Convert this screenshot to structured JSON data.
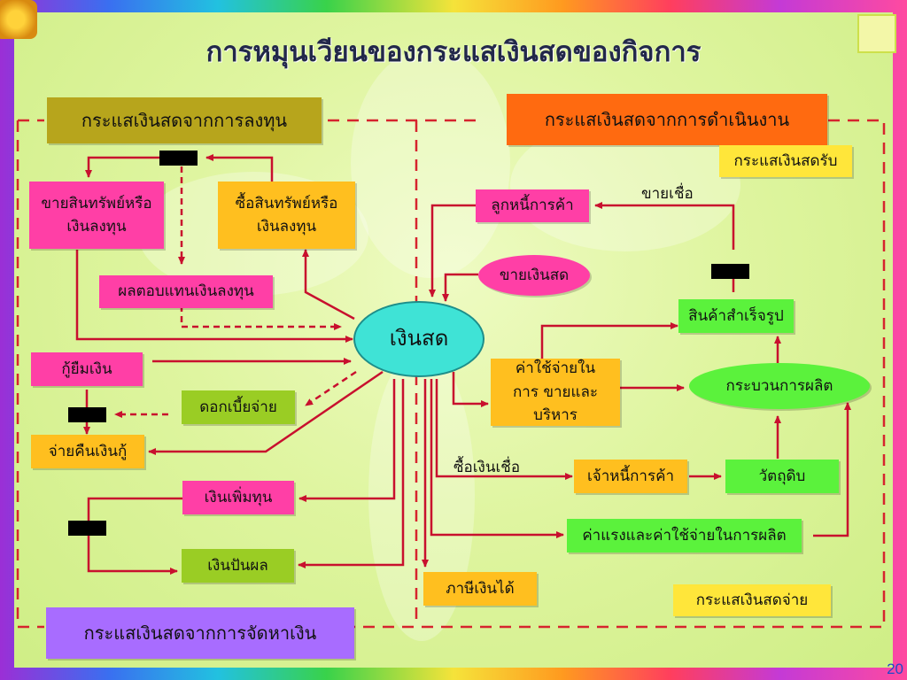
{
  "title": "การหมุนเวียนของกระแสเงินสดของกิจการ",
  "sections": {
    "investing": "กระแสเงินสดจากการลงทุน",
    "operating": "กระแสเงินสดจากการดำเนินงาน",
    "financing": "กระแสเงินสดจากการจัดหาเงิน"
  },
  "legend": {
    "inflow": "กระแสเงินสดรับ",
    "outflow": "กระแสเงินสดจ่าย"
  },
  "nodes": {
    "cash": "เงินสด",
    "sell_assets": "ขายสินทรัพย์หรือ เงินลงทุน",
    "buy_assets": "ซื้อสินทรัพย์หรือ เงินลงทุน",
    "investment_return": "ผลตอบแทนเงินลงทุน",
    "borrowing": "กู้ยืมเงิน",
    "interest_paid": "ดอกเบี้ยจ่าย",
    "loan_repayment": "จ่ายคืนเงินกู้",
    "capital_increase": "เงินเพิ่มทุน",
    "dividends": "เงินปันผล",
    "accounts_receivable": "ลูกหนี้การค้า",
    "cash_sales": "ขายเงินสด",
    "finished_goods": "สินค้าสำเร็จรูป",
    "selling_admin_expenses": "ค่าใช้จ่ายในการ ขายและบริหาร",
    "production_process": "กระบวนการผลิต",
    "accounts_payable": "เจ้าหนี้การค้า",
    "raw_materials": "วัตถุดิบ",
    "labor_production_costs": "ค่าแรงและค่าใช้จ่ายในการผลิต",
    "income_tax": "ภาษีเงินได้"
  },
  "edge_labels": {
    "credit_sales": "ขายเชื่อ",
    "credit_purchases": "ซื้อเงินเชื่อ"
  },
  "page_number": "20",
  "colors": {
    "flow_line": "#c8102e",
    "pink": "#ff3fa6",
    "orange": "#ffbf1f",
    "green": "#5bf23c",
    "olive": "#9acd24",
    "yellow": "#ffe63a",
    "operating_header": "#ff6a10",
    "investing_header": "#b7a51c",
    "financing_header": "#a86cff",
    "cash_node": "#3fe3d6"
  }
}
